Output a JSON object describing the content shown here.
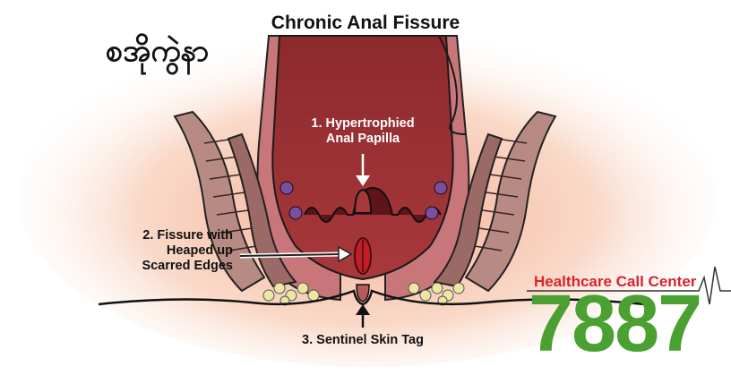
{
  "title": "Chronic Anal Fissure",
  "myanmar_title": "စအိုကွဲနာ",
  "labels": {
    "papilla": [
      "1. Hypertrophied",
      "Anal Papilla"
    ],
    "fissure": [
      "2. Fissure with",
      "Heaped up",
      "Scarred Edges"
    ],
    "skin_tag": "3. Sentinel Skin Tag"
  },
  "healthcare": {
    "title": "Healthcare Call Center",
    "number": "7887"
  },
  "colors": {
    "tissue_dark": "#7a1f24",
    "tissue_mid": "#a33a3d",
    "skin_glow": "#f3b89b",
    "fissure": "#c01f26",
    "fat": "#eee7a1",
    "brand_red": "#d9232d",
    "brand_green": "#4aa132"
  }
}
